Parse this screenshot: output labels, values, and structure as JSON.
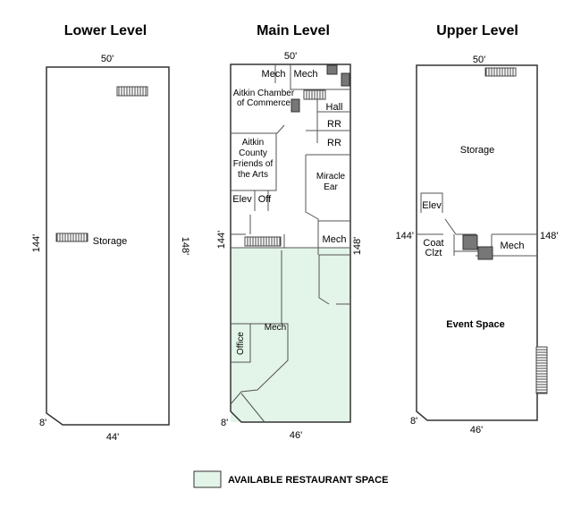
{
  "levels": {
    "lower": {
      "title": "Lower Level",
      "top_dim": "50'",
      "left_dim": "144'",
      "right_dim": "148'",
      "corner_dim": "8'",
      "bottom_dim": "44'",
      "rooms": [
        "Storage"
      ]
    },
    "main": {
      "title": "Main Level",
      "top_dim": "50'",
      "left_dim": "144'",
      "right_dim": "148'",
      "corner_dim": "8'",
      "bottom_dim": "46'",
      "rooms": [
        "Mech",
        "Mech",
        "Aitkin Chamber",
        "of Commerce",
        "Hall",
        "RR",
        "RR",
        "Aitkin",
        "County",
        "Friends of",
        "the Arts",
        "Miracle",
        "Ear",
        "Elev",
        "Off",
        "Mech",
        "Office",
        "Mech"
      ]
    },
    "upper": {
      "title": "Upper Level",
      "top_dim": "50'",
      "left_dim": "144'",
      "right_dim": "148'",
      "corner_dim": "8'",
      "bottom_dim": "46'",
      "rooms": [
        "Storage",
        "Elev",
        "Coat",
        "Clzt",
        "Mech",
        "Event Space"
      ]
    }
  },
  "legend": {
    "label": "AVAILABLE RESTAURANT SPACE",
    "color": "#e3f4e9"
  },
  "colors": {
    "available": "#e3f4e9",
    "stairs_fill": "#777777"
  }
}
